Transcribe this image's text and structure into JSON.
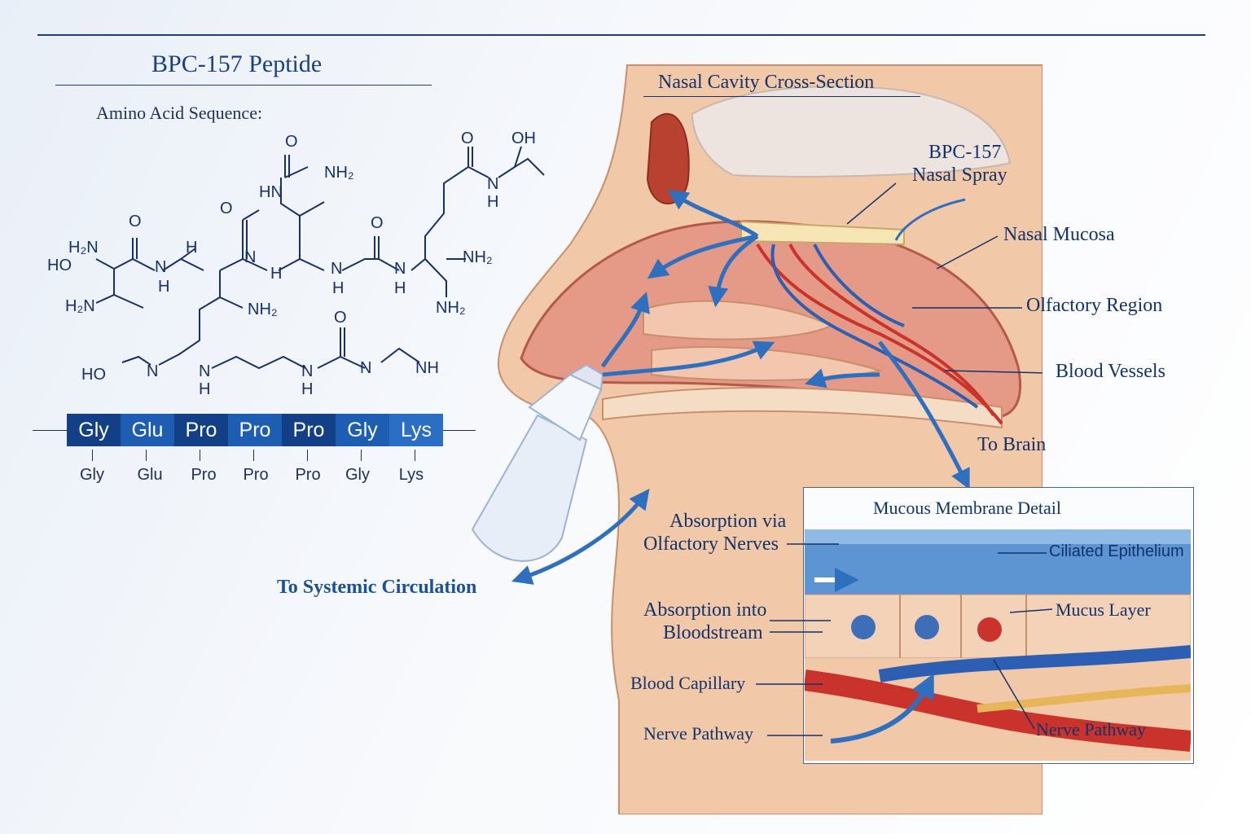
{
  "left_panel": {
    "title": "BPC-157 Peptide",
    "sequence_heading": "Amino Acid Sequence:",
    "structure_labels": {
      "ho1": "HO",
      "h2n1": "H₂N",
      "h2n2": "H₂N",
      "o1": "O",
      "nh_h1": "N",
      "h1a": "H",
      "h1b": "H",
      "o2": "O",
      "nh2": "N",
      "h2": "H",
      "hn1": "HN",
      "o3": "O",
      "nh2_1": "NH₂",
      "nh2_2": "NH₂",
      "o4": "O",
      "n3": "N",
      "h3": "H",
      "n4": "N",
      "h4": "H",
      "o5": "O",
      "oh": "OH",
      "n5": "N",
      "h5": "H",
      "nh2_3": "NH₂",
      "nh2_4": "NH₂",
      "ho2": "HO",
      "n6": "N",
      "n7": "N",
      "h7": "H",
      "o6": "O",
      "n8": "N",
      "h8": "H",
      "n9": "N",
      "nh": "NH"
    },
    "sequence_bar": [
      "Gly",
      "Glu",
      "Pro",
      "Pro",
      "Pro",
      "Gly",
      "Lys"
    ],
    "sequence_labels": [
      "Gly",
      "Glu",
      "Pro",
      "Pro",
      "Pro",
      "Gly",
      "Lys"
    ],
    "bar_colors": [
      "#133f86",
      "#1d5eb3",
      "#133f86",
      "#1d5eb3",
      "#133f86",
      "#1d5eb3",
      "#2a6fc4"
    ]
  },
  "nasal": {
    "title": "Nasal Cavity Cross-Section",
    "spray_label_1": "BPC-157",
    "spray_label_2": "Nasal Spray",
    "mucosa": "Nasal Mucosa",
    "olfactory": "Olfactory Region",
    "vessels": "Blood Vessels",
    "to_brain": "To Brain",
    "systemic": "To Systemic Circulation"
  },
  "detail": {
    "title": "Mucous Membrane Detail",
    "olf_1": "Absorption via",
    "olf_2": "Olfactory Nerves",
    "blood_1": "Absorption into",
    "blood_2": "Bloodstream",
    "capillary": "Blood Capillary",
    "nerve_left": "Nerve Pathway",
    "cilia": "Ciliated Epithelium",
    "mucus": "Mucus Layer",
    "nerve_right": "Nerve Pathway"
  },
  "colors": {
    "navy": "#12336b",
    "arrow_blue": "#2f6fc0",
    "tissue": "#f1c9a8",
    "blood_red": "#c9332b",
    "vein_blue": "#2c5fb4"
  }
}
